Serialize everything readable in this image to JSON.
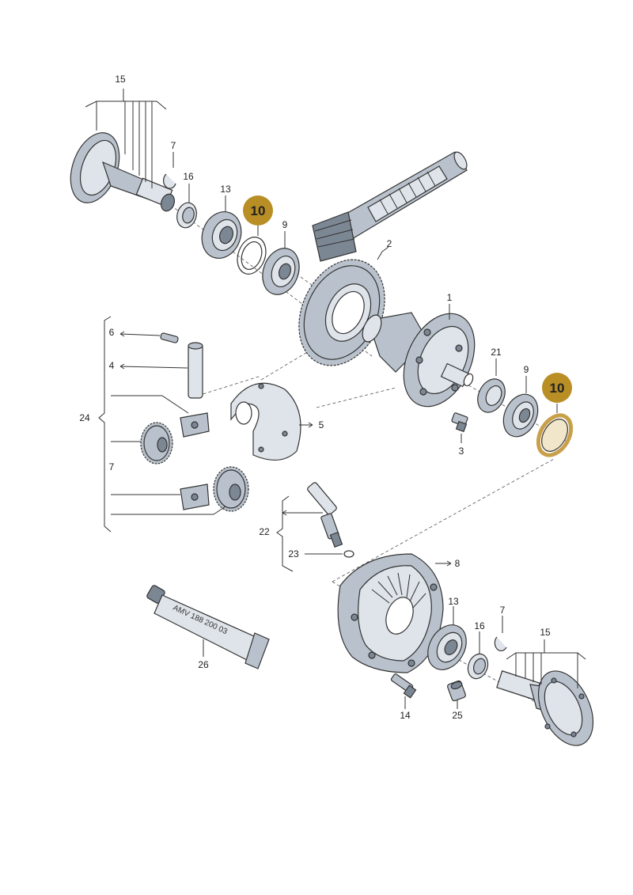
{
  "labels": {
    "p1": "1",
    "p2": "2",
    "p3": "3",
    "p4": "4",
    "p5": "5",
    "p6": "6",
    "p7a": "7",
    "p7b": "7",
    "p7c": "7",
    "p8": "8",
    "p9a": "9",
    "p9b": "9",
    "p13a": "13",
    "p13b": "13",
    "p14": "14",
    "p15a": "15",
    "p15b": "15",
    "p16a": "16",
    "p16b": "16",
    "p21": "21",
    "p22": "22",
    "p23": "23",
    "p24": "24",
    "p25": "25",
    "p26": "26"
  },
  "callouts": {
    "c10a": "10",
    "c10b": "10"
  },
  "tube_text": "AMV 188 200 03",
  "colors": {
    "callout_fill": "#b88e25",
    "highlight_ring": "#c9a04a",
    "part_grey": "#b9c2cc"
  }
}
